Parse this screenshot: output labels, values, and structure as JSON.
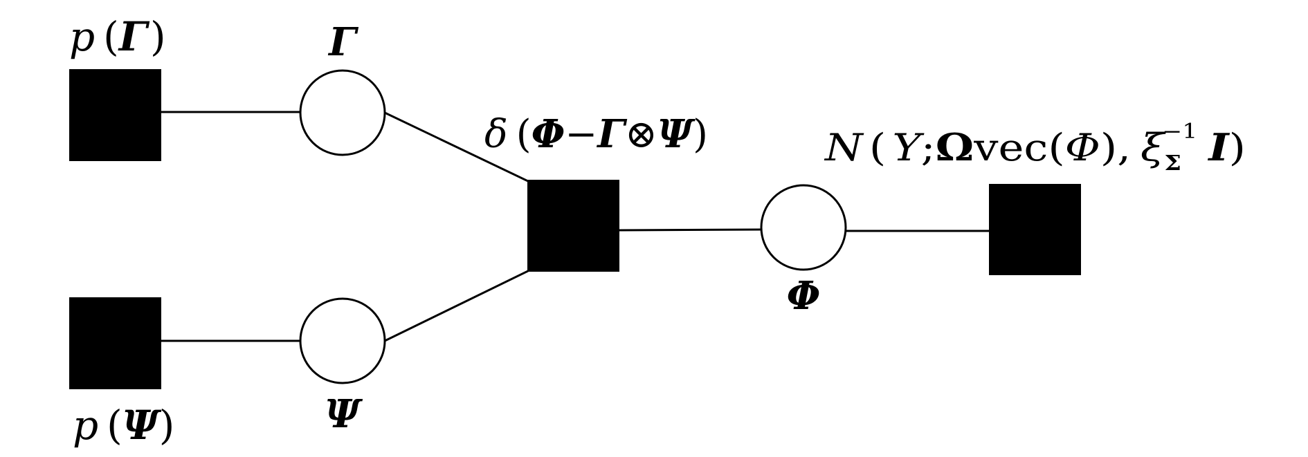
{
  "factors": {
    "prior_gamma": {
      "p": "p",
      "lp": "(",
      "sym": "Γ",
      "rp": ")"
    },
    "prior_psi": {
      "p": "p",
      "lp": "(",
      "sym": "Ψ",
      "rp": ")"
    },
    "delta": {
      "d": "δ",
      "lp": "(",
      "phi": "Φ",
      "minus": "−",
      "gamma": "Γ",
      "otimes": "⊗",
      "psi": "Ψ",
      "rp": ")"
    },
    "likelihood": {
      "n": "N",
      "lp": "(",
      "y": "Y",
      "semi": ";",
      "omega": "Ω",
      "vec": "vec",
      "lp2": "(",
      "phi": "Φ",
      "rp2": "),",
      "xi": "ξ",
      "sub": "Σ",
      "sup": "−1",
      "i": "I",
      "rp": ")"
    }
  },
  "variables": {
    "gamma": "Γ",
    "psi": "Ψ",
    "phi": "Φ"
  }
}
